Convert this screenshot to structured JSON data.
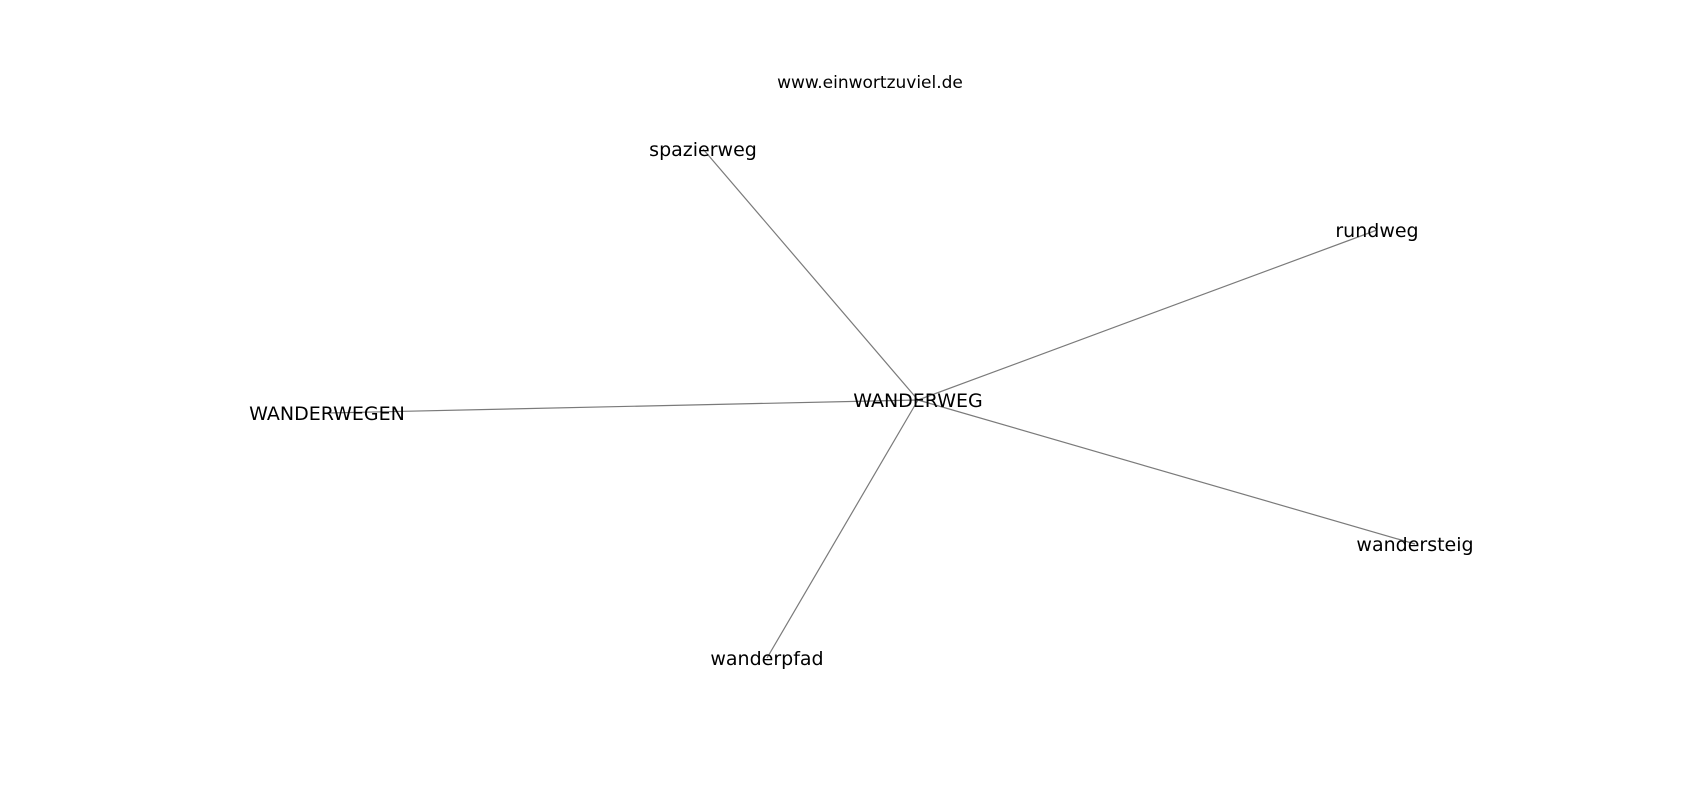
{
  "header": {
    "site_url": "www.einwortzuviel.de"
  },
  "graph": {
    "center": "WANDERWEG",
    "edge_color": "#7a7a7a",
    "nodes": [
      {
        "id": "center",
        "label": "WANDERWEG"
      },
      {
        "id": "spazierweg",
        "label": "spazierweg"
      },
      {
        "id": "rundweg",
        "label": "rundweg"
      },
      {
        "id": "wanderwegen",
        "label": "WANDERWEGEN"
      },
      {
        "id": "wandersteig",
        "label": "wandersteig"
      },
      {
        "id": "wanderpfad",
        "label": "wanderpfad"
      }
    ],
    "edges": [
      {
        "from": "center",
        "to": "spazierweg"
      },
      {
        "from": "center",
        "to": "rundweg"
      },
      {
        "from": "center",
        "to": "wanderwegen"
      },
      {
        "from": "center",
        "to": "wandersteig"
      },
      {
        "from": "center",
        "to": "wanderpfad"
      }
    ]
  }
}
